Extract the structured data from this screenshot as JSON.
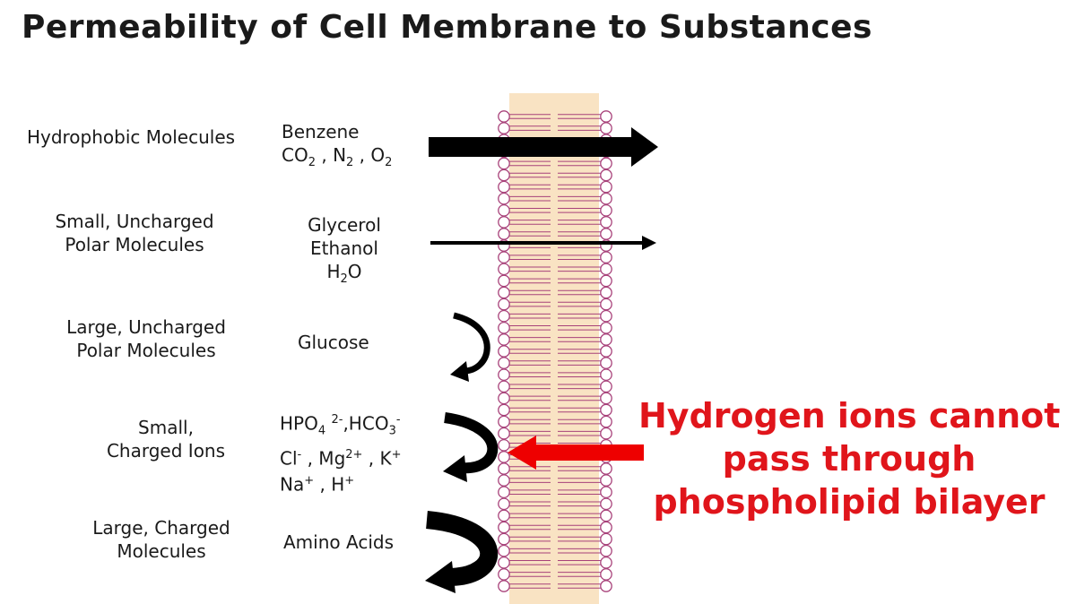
{
  "title": "Permeability of Cell Membrane to Substances",
  "rows": [
    {
      "category_lines": [
        "Hydrophobic Molecules"
      ],
      "examples": [
        [
          {
            "t": "Benzene"
          }
        ],
        [
          {
            "t": "CO"
          },
          {
            "sub": "2"
          },
          {
            "t": " , N"
          },
          {
            "sub": "2"
          },
          {
            "t": " , O"
          },
          {
            "sub": "2"
          }
        ]
      ],
      "passes": true
    },
    {
      "category_lines": [
        "Small, Uncharged",
        "Polar Molecules"
      ],
      "examples": [
        [
          {
            "t": "Glycerol"
          }
        ],
        [
          {
            "t": "Ethanol"
          }
        ],
        [
          {
            "t": "H"
          },
          {
            "sub": "2"
          },
          {
            "t": "O"
          }
        ]
      ],
      "passes": true
    },
    {
      "category_lines": [
        "Large, Uncharged",
        "Polar Molecules"
      ],
      "examples": [
        [
          {
            "t": "Glucose"
          }
        ]
      ],
      "passes": false
    },
    {
      "category_lines": [
        "Small,",
        "Charged Ions"
      ],
      "examples": [
        [
          {
            "t": "HPO"
          },
          {
            "sub": "4"
          },
          {
            "t": " "
          },
          {
            "sup": "2-"
          },
          {
            "t": ",HCO"
          },
          {
            "sub": "3"
          },
          {
            "sup": "-"
          }
        ],
        [
          {
            "t": "Cl"
          },
          {
            "sup": "-"
          },
          {
            "t": " , Mg"
          },
          {
            "sup": "2+"
          },
          {
            "t": " , K"
          },
          {
            "sup": "+"
          }
        ],
        [
          {
            "t": "Na"
          },
          {
            "sup": "+"
          },
          {
            "t": " , H"
          },
          {
            "sup": "+"
          }
        ]
      ],
      "passes": false
    },
    {
      "category_lines": [
        "Large, Charged",
        "Molecules"
      ],
      "examples": [
        [
          {
            "t": "Amino Acids"
          }
        ]
      ],
      "passes": false
    }
  ],
  "callout": {
    "lines": [
      "Hydrogen ions cannot",
      "pass through",
      "phospholipid bilayer"
    ],
    "color": "#e0151b"
  },
  "colors": {
    "membrane_fill": "#f9e3c3",
    "lipid_head": "#a8427a",
    "lipid_tail": "#a8427a",
    "arrow_black": "#000000",
    "arrow_red": "#ee0000"
  }
}
